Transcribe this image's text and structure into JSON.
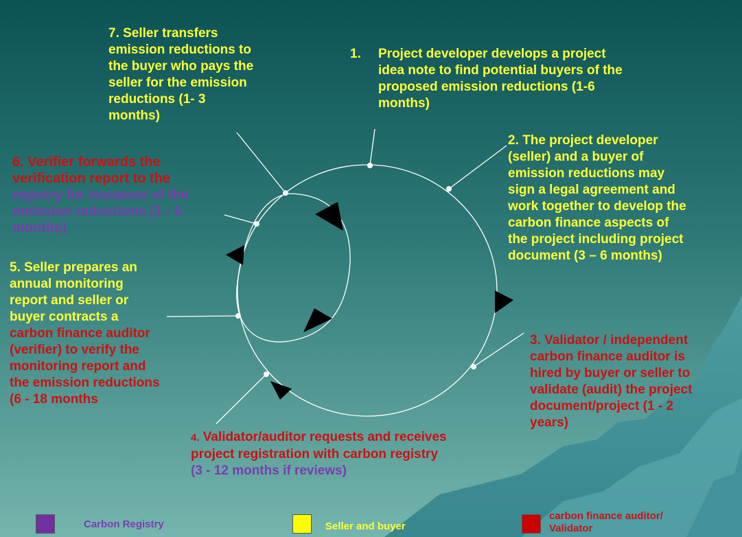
{
  "steps": {
    "step7": {
      "lines": [
        "7. Seller transfers",
        "emission reductions to",
        "the buyer who pays the",
        "seller for the emission",
        "reductions (1- 3",
        "months)"
      ]
    },
    "step1": {
      "number": "1.",
      "lines": [
        "Project developer develops a project",
        "idea note to find potential buyers of the",
        "proposed emission reductions (1-6",
        "months)"
      ]
    },
    "step2": {
      "lines": [
        "2. The project developer",
        "(seller) and a buyer of",
        "emission reductions may",
        "sign a legal agreement and",
        "work together to develop the",
        "carbon finance aspects of",
        "the project including project",
        "document  (3 – 6 months)"
      ]
    },
    "step3": {
      "lines": [
        "3. Validator / independent",
        "carbon finance auditor is",
        "hired by buyer or seller to",
        "validate (audit) the project",
        "document/project (1 - 2",
        "years)"
      ]
    },
    "step4": {
      "line1_num": "4.",
      "line1": " Validator/auditor requests and receives",
      "line2": "project registration with carbon registry",
      "line3": "(3 - 12 months if reviews)"
    },
    "step5": {
      "yellow_lines": [
        "5. Seller prepares an",
        "annual monitoring",
        "report and seller or",
        "buyer contracts a"
      ],
      "red_lines": [
        "carbon finance auditor",
        "(verifier) to verify the",
        "monitoring report and",
        "the emission reductions",
        "(6 - 18 months"
      ]
    },
    "step6": {
      "red_lines": [
        "6. Verifier forwards the",
        "verification report to the"
      ],
      "purple_lines": [
        "registry for issuance of the",
        "emission reductions  (1 - 6",
        "months)"
      ]
    }
  },
  "legend": [
    {
      "label": "Carbon Registry",
      "color": "#7030a0",
      "text_color": "#7a3db0"
    },
    {
      "label": "Seller and buyer",
      "color": "#ffff00",
      "text_color": "#ffff33"
    },
    {
      "label": "carbon finance auditor/\nValidator",
      "color": "#cc0000",
      "text_color": "#cc1111"
    }
  ],
  "colors": {
    "background_top": "#0d5557",
    "background_bottom": "#6fb1ac",
    "seller_buyer": "#ffff33",
    "auditor": "#cc1111",
    "registry": "#7a3db0"
  }
}
